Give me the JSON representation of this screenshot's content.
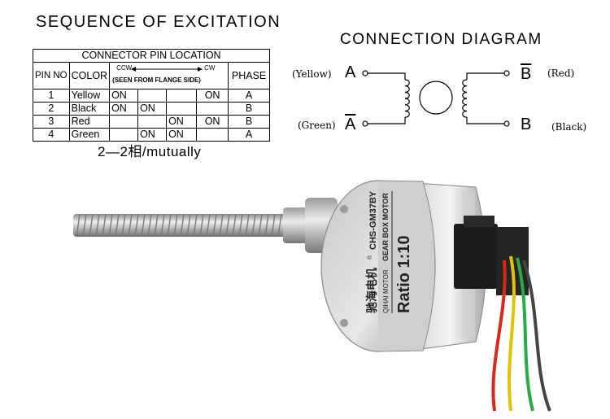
{
  "excitation": {
    "title": "SEQUENCE OF EXCITATION",
    "table_header": "CONNECTOR PIN LOCATION",
    "col_pin": "PIN NO",
    "col_color": "COLOR",
    "ccw": "CCW",
    "cw": "CW",
    "seen_from": "(SEEN FROM FLANGE SIDE)",
    "col_phase": "PHASE",
    "rows": [
      {
        "pin": "1",
        "color": "Yellow",
        "s1": "ON",
        "s2": "",
        "s3": "",
        "s4": "ON",
        "phase": "A",
        "phase_bar": false
      },
      {
        "pin": "2",
        "color": "Black",
        "s1": "ON",
        "s2": "ON",
        "s3": "",
        "s4": "",
        "phase": "B",
        "phase_bar": false
      },
      {
        "pin": "3",
        "color": "Red",
        "s1": "",
        "s2": "",
        "s3": "ON",
        "s4": "ON",
        "phase": "B",
        "phase_bar": true
      },
      {
        "pin": "4",
        "color": "Green",
        "s1": "",
        "s2": "ON",
        "s3": "ON",
        "s4": "",
        "phase": "A",
        "phase_bar": true
      }
    ],
    "note": "2—2相/mutually"
  },
  "connection": {
    "title": "CONNECTION DIAGRAM",
    "yellow": "(Yellow)",
    "green": "(Green)",
    "red": "(Red)",
    "black": "(Black)",
    "pin_a": "A",
    "pin_a_bar": "A",
    "pin_b_bar": "B",
    "pin_b": "B"
  },
  "motor": {
    "brand_cn": "驰海电机",
    "brand_en": "QIHAI MOTOR",
    "model": "CHS-GM37BY",
    "product": "GEAR BOX MOTOR",
    "ratio": "Ratio 1:10",
    "registered": "®"
  }
}
